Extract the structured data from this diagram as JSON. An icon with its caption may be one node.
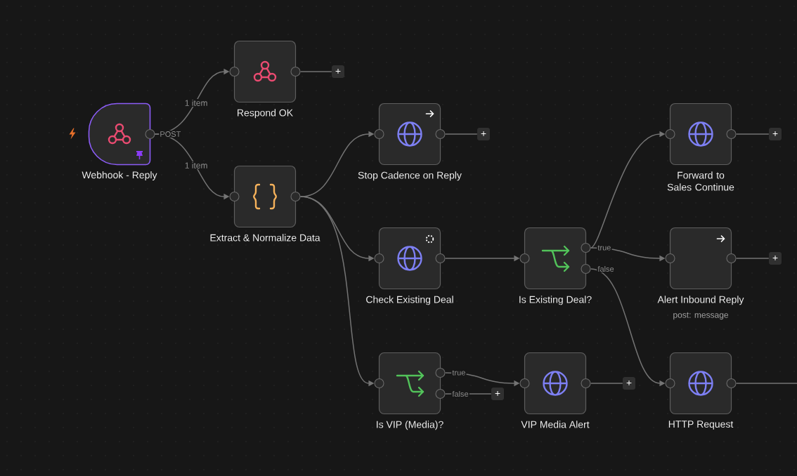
{
  "diagram": {
    "nodes": [
      {
        "text": [
          "Webhook - Reply"
        ],
        "beside": [
          "POST"
        ]
      },
      {
        "text": [
          "Respond OK"
        ]
      },
      {
        "text": [
          "Extract & Normalize Data"
        ]
      },
      {
        "text": [
          "Stop Cadence on Reply"
        ]
      },
      {
        "text": [
          "Check Existing Deal"
        ]
      },
      {
        "text": [
          "Is VIP (Media)?"
        ]
      },
      {
        "text": [
          "Is Existing Deal?"
        ]
      },
      {
        "text": [
          "VIP Media Alert"
        ]
      },
      {
        "text": [
          "Forward to Sales Continue"
        ]
      },
      {
        "text": [
          "Alert Inbound Reply"
        ],
        "beside": [
          "post: message"
        ]
      },
      {
        "text": [
          "HTTP Request"
        ]
      },
      {
        "text": [
          "+"
        ]
      },
      {
        "text": [
          "+"
        ]
      },
      {
        "text": [
          "+"
        ]
      },
      {
        "text": [
          "+"
        ]
      },
      {
        "text": [
          "+"
        ]
      },
      {
        "text": [
          "+"
        ]
      }
    ],
    "edges": [
      {
        "from": 0,
        "to": 1,
        "arrow": "to",
        "label": "1 item"
      },
      {
        "from": 0,
        "to": 2,
        "arrow": "to",
        "label": "1 item"
      },
      {
        "from": 1,
        "to": 11,
        "arrow": "none"
      },
      {
        "from": 2,
        "to": 3,
        "arrow": "to"
      },
      {
        "from": 2,
        "to": 4,
        "arrow": "to"
      },
      {
        "from": 2,
        "to": 5,
        "arrow": "to"
      },
      {
        "from": 3,
        "to": 12,
        "arrow": "none"
      },
      {
        "from": 4,
        "to": 6,
        "arrow": "to"
      },
      {
        "from": 6,
        "to": 8,
        "arrow": "to"
      },
      {
        "from": 6,
        "to": 9,
        "arrow": "to",
        "label": "true"
      },
      {
        "from": 6,
        "to": 10,
        "arrow": "to",
        "label": "false"
      },
      {
        "from": 8,
        "to": 13,
        "arrow": "none"
      },
      {
        "from": 9,
        "to": 14,
        "arrow": "none"
      },
      {
        "from": 5,
        "to": 7,
        "arrow": "to",
        "label": "true"
      },
      {
        "from": 5,
        "to": 15,
        "arrow": "none",
        "label": "false"
      },
      {
        "from": 7,
        "to": 16,
        "arrow": "none"
      },
      {
        "from": 10,
        "to": null,
        "arrow": "none"
      }
    ]
  }
}
